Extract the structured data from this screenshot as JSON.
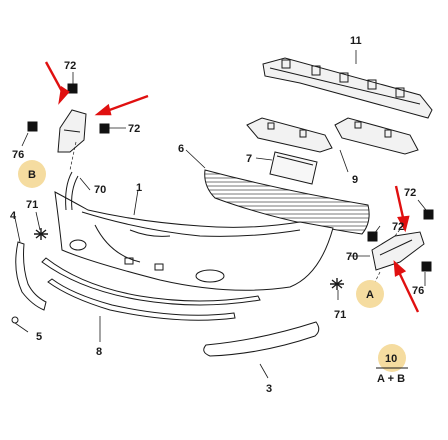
{
  "diagram": {
    "labels": {
      "l72a": "72",
      "l72b": "72",
      "l76a": "76",
      "lB": "B",
      "l70": "70",
      "l1": "1",
      "l71a": "71",
      "l4": "4",
      "l5": "5",
      "l8": "8",
      "l3": "3",
      "l6": "6",
      "l7": "7",
      "l9": "9",
      "l11": "11",
      "l72c": "72",
      "l72d": "72",
      "l70b": "70",
      "lA": "A",
      "l76b": "76",
      "l71b": "71",
      "l10": "10",
      "l10sub": "A + B"
    },
    "colors": {
      "ink": "#1a1a1a",
      "arrow": "#e01010",
      "badge": "#f5dca0",
      "hatch": "#999999"
    }
  }
}
